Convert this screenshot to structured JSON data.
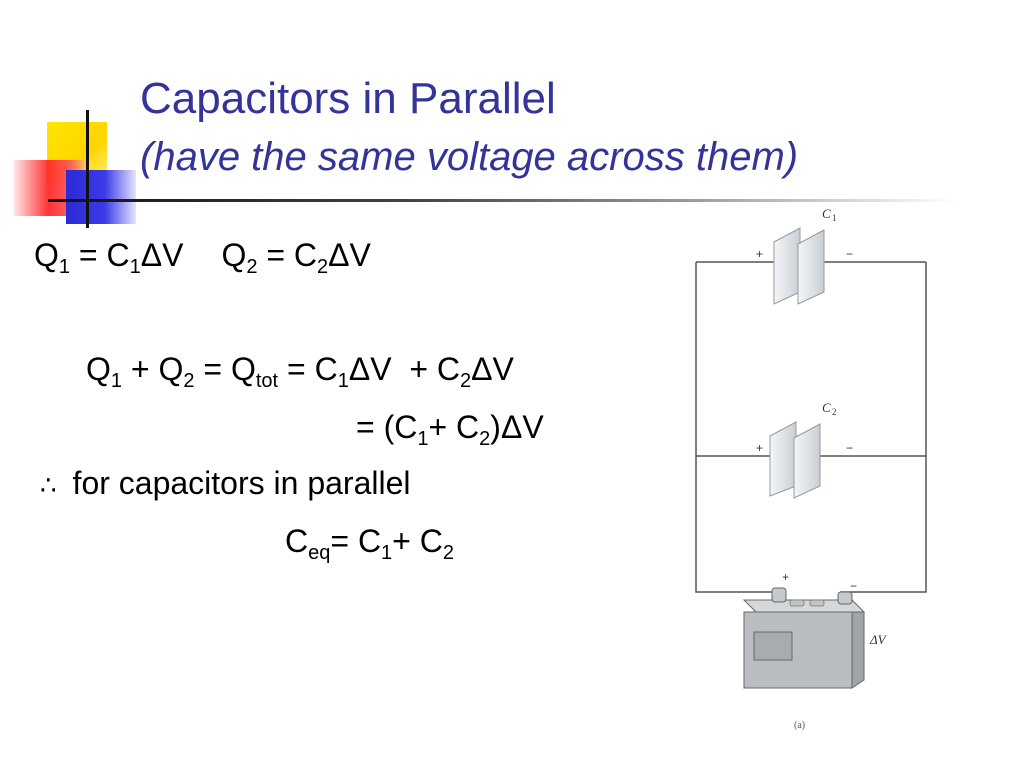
{
  "slide": {
    "title": "Capacitors in Parallel",
    "subtitle": "(have the same voltage across them)"
  },
  "equations": {
    "line1": {
      "q1": "Q",
      "q1_sub": "1",
      "mid1": " = C",
      "c1_sub": "1",
      "dv1": "ΔV",
      "q2": "Q",
      "q2_sub": "2",
      "mid2": " = C",
      "c2_sub": "2",
      "dv2": "ΔV"
    },
    "line2": {
      "a": "Q",
      "a_sub": "1",
      "b": " + Q",
      "b_sub": "2",
      "c": " = Q",
      "c_sub": "tot",
      "d": " = C",
      "d_sub": "1",
      "e": "ΔV  + C",
      "e_sub": "2",
      "f": "ΔV"
    },
    "line3": {
      "a": "= (C",
      "a_sub": "1",
      "b": "+ C",
      "b_sub": "2",
      "c": ")ΔV"
    },
    "line4": {
      "therefore": "∴",
      "text": "for capacitors in parallel"
    },
    "line5": {
      "a": "C",
      "a_sub": "eq",
      "b": "= C",
      "b_sub": "1",
      "c": "+ C",
      "c_sub": "2"
    }
  },
  "diagram": {
    "c1_label": "C",
    "c1_sub": "1",
    "c2_label": "C",
    "c2_sub": "2",
    "plus": "+",
    "minus": "−",
    "dv_label": "ΔV",
    "caption": "(a)"
  }
}
